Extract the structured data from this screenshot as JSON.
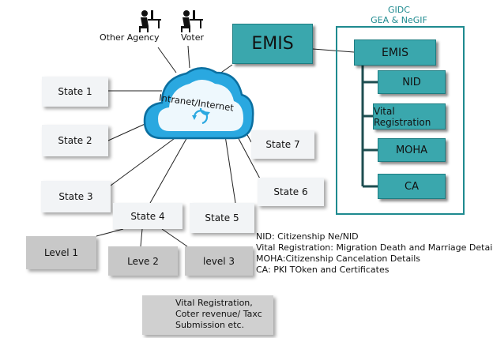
{
  "agency_label": "Other Agency",
  "voter_label": "Voter",
  "cloud_label": "Intranet/Internet",
  "gidc": {
    "line1": "GIDC",
    "line2": "GEA & NeGIF"
  },
  "emis_main": "EMIS",
  "emis_sub": "EMIS",
  "services": [
    "NID",
    "Vital Registration",
    "MOHA",
    "CA"
  ],
  "states": [
    "State 1",
    "State 2",
    "State 3",
    "State 4",
    "State 5",
    "State 6",
    "State 7"
  ],
  "levels": [
    "Level 1",
    "Leve 2",
    "level 3"
  ],
  "legend": [
    "NID: Citizenship Ne/NID",
    "Vital Registration: Migration Death and Marriage Details",
    "MOHA:Citizenship Cancelation Details",
    "CA: PKI TOken and Certificates"
  ],
  "bottom_box": [
    "Vital Registration,",
    "Coter revenue/ Taxc",
    "Submission etc."
  ],
  "colors": {
    "teal": "#3aa7ad",
    "cloud": "#2aa8e0",
    "frame": "#1e8a8f"
  }
}
